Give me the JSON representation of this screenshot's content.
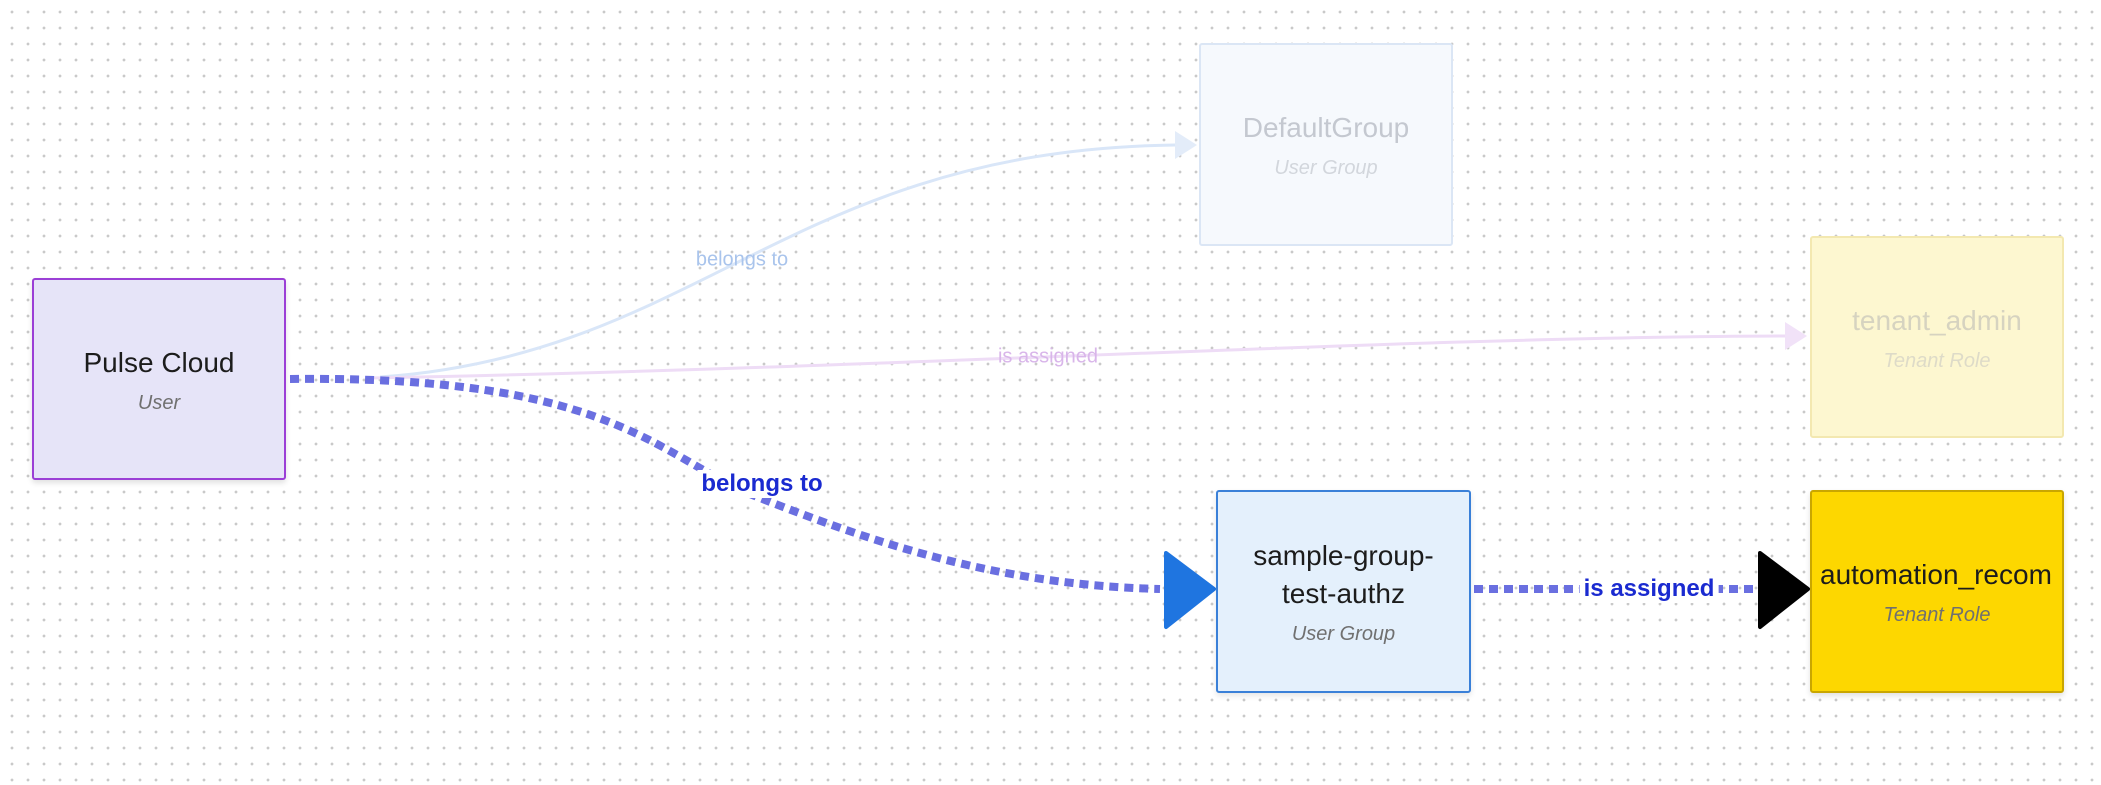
{
  "nodes": {
    "pulse_cloud": {
      "title": "Pulse Cloud",
      "type": "User"
    },
    "default_group": {
      "title": "DefaultGroup",
      "type": "User Group"
    },
    "tenant_admin": {
      "title": "tenant_admin",
      "type": "Tenant Role"
    },
    "sample_group": {
      "title": "sample-group-test-authz",
      "type": "User Group"
    },
    "automation_role": {
      "title": "automation_recom",
      "type": "Tenant Role"
    }
  },
  "edges": {
    "user_to_default_group": {
      "label": "belongs to"
    },
    "user_to_tenant_admin": {
      "label": "is assigned"
    },
    "user_to_sample_group": {
      "label": "belongs to"
    },
    "sample_group_to_automation": {
      "label": "is assigned"
    }
  },
  "colors": {
    "highlight_edge": "#6a6fe0",
    "highlight_label": "#1a2ad0",
    "arrow_blue": "#1f75e0",
    "arrow_black": "#000000",
    "faded_blue_edge": "#d9e6f8",
    "faded_pink_edge": "#eedcf6",
    "user_node_bg": "#e6e4f8",
    "user_group_bg": "#e4f0fc",
    "tenant_role_bg": "#fdd700"
  }
}
